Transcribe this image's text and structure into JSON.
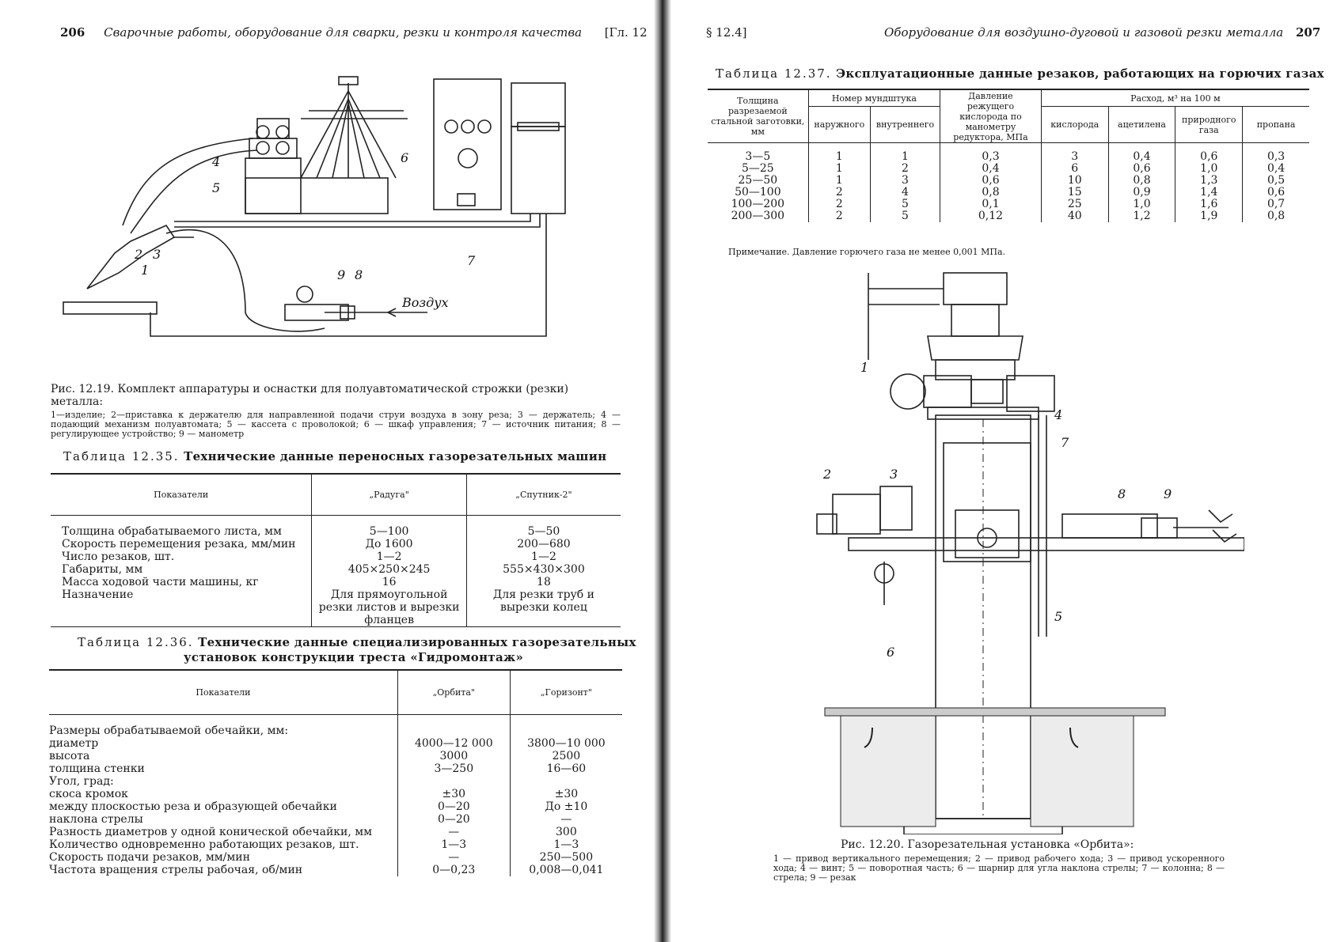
{
  "left_page": {
    "page_number": "206",
    "running_head": "Сварочные работы, оборудование для сварки, резки и контроля качества",
    "chapter_ref": "[Гл. 12",
    "figure_12_19": {
      "labels": [
        "1",
        "2",
        "3",
        "4",
        "5",
        "6",
        "7",
        "8",
        "9"
      ],
      "air_label": "Воздух",
      "caption": "Рис. 12.19. Комплект аппаратуры и оснастки для полуавтоматической строжки (резки) металла:",
      "legend": "1—изделие; 2—приставка к держателю для направленной подачи струи воздуха в зону реза; 3 — держатель; 4 — подающий механизм полуавтомата; 5 — кассета с проволокой; 6 — шкаф управления; 7 — источник питания; 8 — регулирующее устройство; 9 — манометр"
    },
    "table_12_35": {
      "title_prefix": "Таблица 12.35.",
      "title": "Технические данные переносных газорезательных машин",
      "headers": [
        "Показатели",
        "„Радуга\"",
        "„Спутник-2\""
      ],
      "rows_label": "Толщина обрабатываемого листа, мм\nСкорость перемещения резака, мм/мин\nЧисло резаков, шт.\nГабариты, мм\nМасса ходовой части машины, кг\nНазначение",
      "col1": "5—100\nДо 1600\n1—2\n405×250×245\n16\nДля прямоугольной резки листов и вырезки фланцев",
      "col2": "5—50\n200—680\n1—2\n555×430×300\n18\nДля резки труб и вырезки колец"
    },
    "table_12_36": {
      "title_prefix": "Таблица 12.36.",
      "title_line1": "Технические данные специализированных газорезательных",
      "title_line2": "установок конструкции треста «Гидромонтаж»",
      "headers": [
        "Показатели",
        "„Орбита\"",
        "„Горизонт\""
      ],
      "rows_label": "Размеры обрабатываемой обечайки, мм:\n      диаметр\n      высота\n      толщина стенки\nУгол, град:\n      скоса кромок\n      между плоскостью реза и образующей обечайки\n      наклона стрелы\nРазность диаметров у одной конической обечайки, мм\nКоличество одновременно работающих резаков, шт.\nСкорость подачи резаков, мм/мин\nЧастота вращения стрелы рабочая, об/мин",
      "col1": "\n4000—12 000\n3000\n3—250\n\n±30\n0—20\n0—20\n—\n1—3\n—\n0—0,23",
      "col2": "\n3800—10 000\n2500\n16—60\n\n±30\nДо ±10\n—\n300\n1—3\n250—500\n0,008—0,041"
    }
  },
  "right_page": {
    "section_ref": "§ 12.4]",
    "running_head": "Оборудование для воздушно-дуговой и газовой резки металла",
    "page_number": "207",
    "table_12_37": {
      "title_prefix": "Таблица 12.37.",
      "title": "Эксплуатационные данные резаков, работающих на горючих газах",
      "h_thickness": "Толщина разрезаемой стальной заготовки, мм",
      "h_nozzle": "Номер мундштука",
      "h_outer": "наружного",
      "h_inner": "внутреннего",
      "h_pressure": "Давление режущего кислорода по манометру редуктора, МПа",
      "h_consumption": "Расход, м³ на 100 м",
      "h_oxygen": "кислорода",
      "h_acetylene": "ацетилена",
      "h_natural": "природного газа",
      "h_propane": "пропана",
      "rows": [
        [
          "3—5",
          "1",
          "1",
          "0,3",
          "3",
          "0,4",
          "0,6",
          "0,3"
        ],
        [
          "5—25",
          "1",
          "2",
          "0,4",
          "6",
          "0,6",
          "1,0",
          "0,4"
        ],
        [
          "25—50",
          "1",
          "3",
          "0,6",
          "10",
          "0,8",
          "1,3",
          "0,5"
        ],
        [
          "50—100",
          "2",
          "4",
          "0,8",
          "15",
          "0,9",
          "1,4",
          "0,6"
        ],
        [
          "100—200",
          "2",
          "5",
          "0,1",
          "25",
          "1,0",
          "1,6",
          "0,7"
        ],
        [
          "200—300",
          "2",
          "5",
          "0,12",
          "40",
          "1,2",
          "1,9",
          "0,8"
        ]
      ],
      "note": "Примечание. Давление горючего газа не менее 0,001 МПа."
    },
    "figure_12_20": {
      "labels": [
        "1",
        "2",
        "3",
        "4",
        "5",
        "6",
        "7",
        "8",
        "9"
      ],
      "caption": "Рис. 12.20. Газорезательная установка «Орбита»:",
      "legend": "1 — привод вертикального перемещения; 2 — привод рабочего хода; 3 — привод ускоренного хода; 4 — винт; 5 — поворотная часть; 6 — шарнир для угла наклона стрелы; 7 — колонна; 8 — стрела; 9 — резак"
    }
  }
}
